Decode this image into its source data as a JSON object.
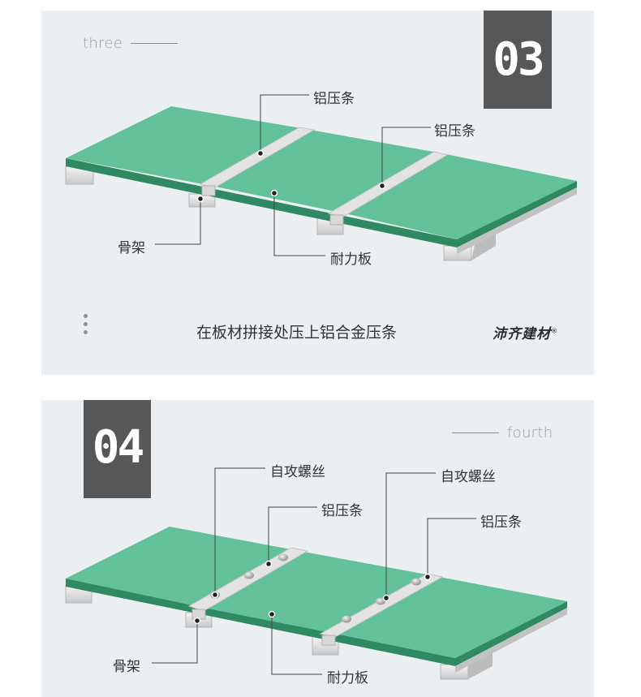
{
  "step3": {
    "word": "three",
    "number": "03",
    "labels": {
      "strip_top": "铝压条",
      "strip_right": "铝压条",
      "frame": "骨架",
      "board": "耐力板"
    },
    "caption": "在板材拼接处压上铝合金压条",
    "brand": "沛齐建材",
    "brand_mark": "®"
  },
  "step4": {
    "word": "fourth",
    "number": "04",
    "labels": {
      "screw_left": "自攻螺丝",
      "strip_left": "铝压条",
      "screw_right": "自攻螺丝",
      "strip_right": "铝压条",
      "frame": "骨架",
      "board": "耐力板"
    }
  },
  "colors": {
    "panel_bg": "#ebeff1",
    "board_top": "#62c19a",
    "board_edge": "#2f8a63",
    "aluminum": "#dcdcdc",
    "number_box": "#575757"
  },
  "icons": [
    "more-vertical-icon",
    "registered-icon"
  ]
}
